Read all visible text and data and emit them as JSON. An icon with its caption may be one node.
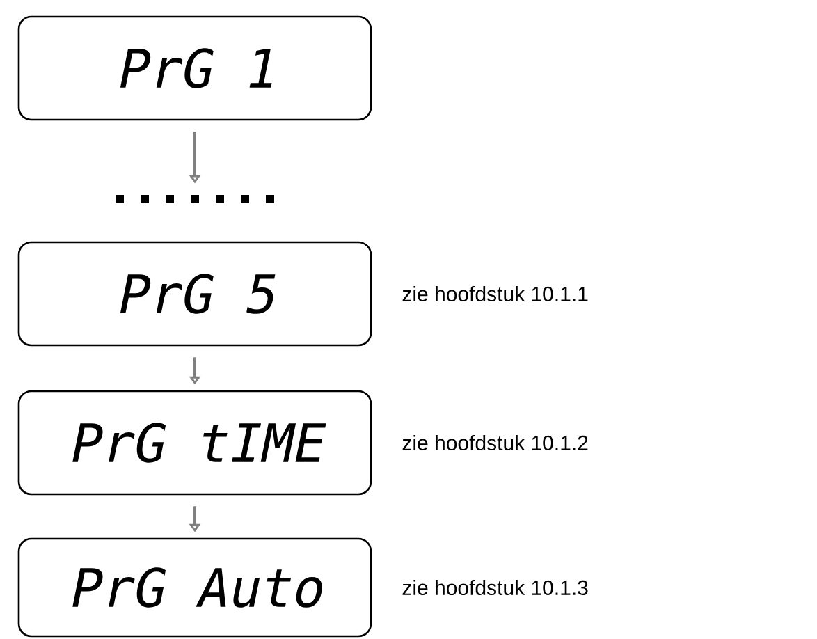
{
  "diagram": {
    "nodes": [
      {
        "text": [
          "PrG 1"
        ]
      },
      {
        "text": [],
        "shape": "dots"
      },
      {
        "text": [
          "PrG 5"
        ],
        "beside": [
          "zie hoofdstuk 10.1.1"
        ]
      },
      {
        "text": [
          "PrG tIME"
        ],
        "beside": [
          "zie hoofdstuk 10.1.2"
        ]
      },
      {
        "text": [
          "PrG Auto"
        ],
        "beside": [
          "zie hoofdstuk 10.1.3"
        ]
      }
    ],
    "edges": [
      {
        "from": 0,
        "to": 1,
        "arrow": "to"
      },
      {
        "from": 2,
        "to": 3,
        "arrow": "to"
      },
      {
        "from": 3,
        "to": 4,
        "arrow": "to"
      }
    ]
  }
}
